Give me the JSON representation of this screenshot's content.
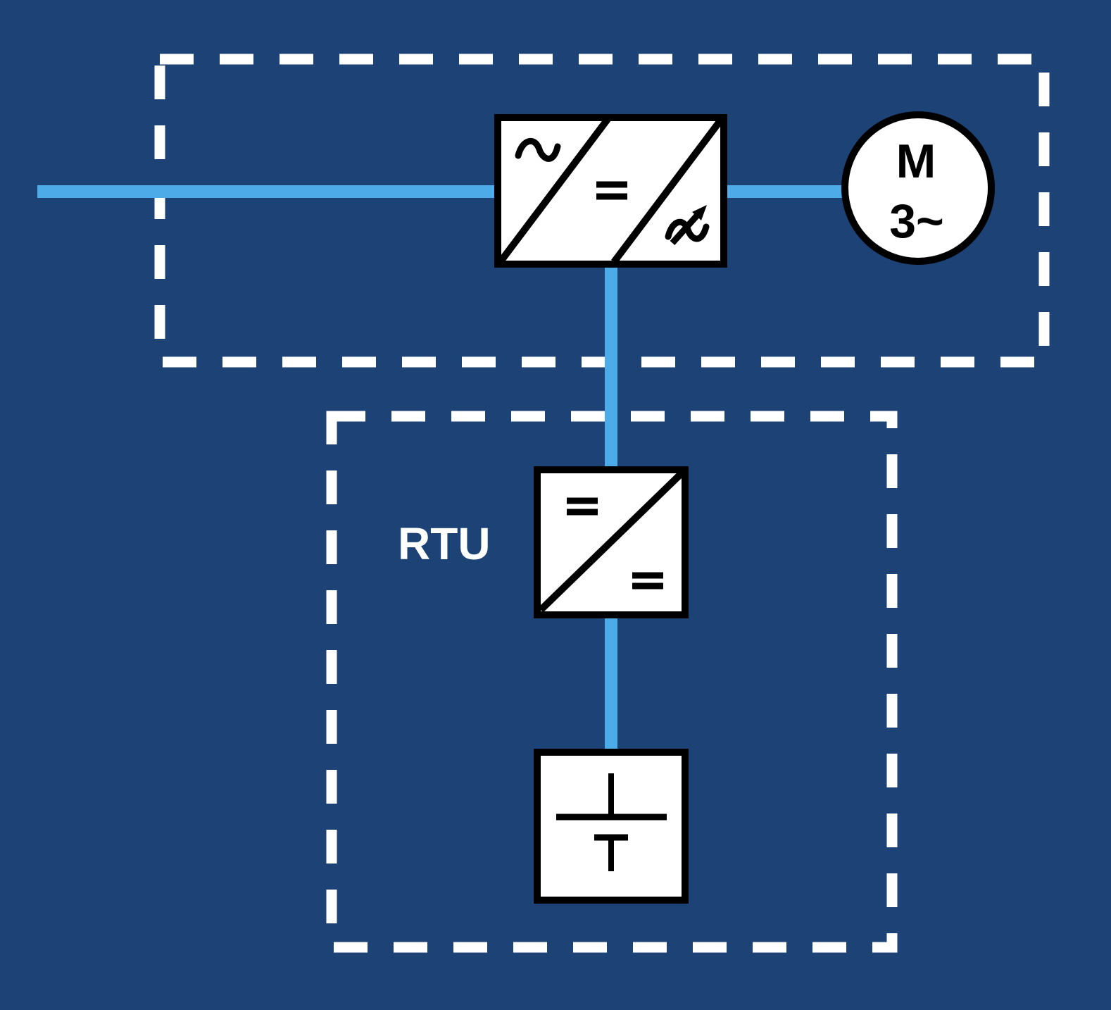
{
  "diagram": {
    "colors": {
      "background-color": "#1C4276",
      "bus-line-color": "#4DABE8",
      "boundary-dash-color": "#FFFFFF",
      "block-fill-color": "#FFFFFF",
      "symbol-stroke-color": "#000000",
      "label-text-color": "#FFFFFF"
    },
    "boundaries": {
      "drive_system": {
        "style": "dashed"
      },
      "rtu": {
        "label": "RTU",
        "style": "dashed"
      }
    },
    "blocks": {
      "frequency_converter": {
        "icons": [
          "ac-sine-icon",
          "dc-equals-icon",
          "variable-frequency-arrow-icon"
        ]
      },
      "motor": {
        "letter": "M",
        "phase": "3~"
      },
      "dc_dc_converter": {
        "icons": [
          "dc-equals-icon",
          "dc-equals-icon"
        ]
      },
      "battery": {
        "icons": [
          "battery-cell-icon"
        ]
      }
    }
  }
}
